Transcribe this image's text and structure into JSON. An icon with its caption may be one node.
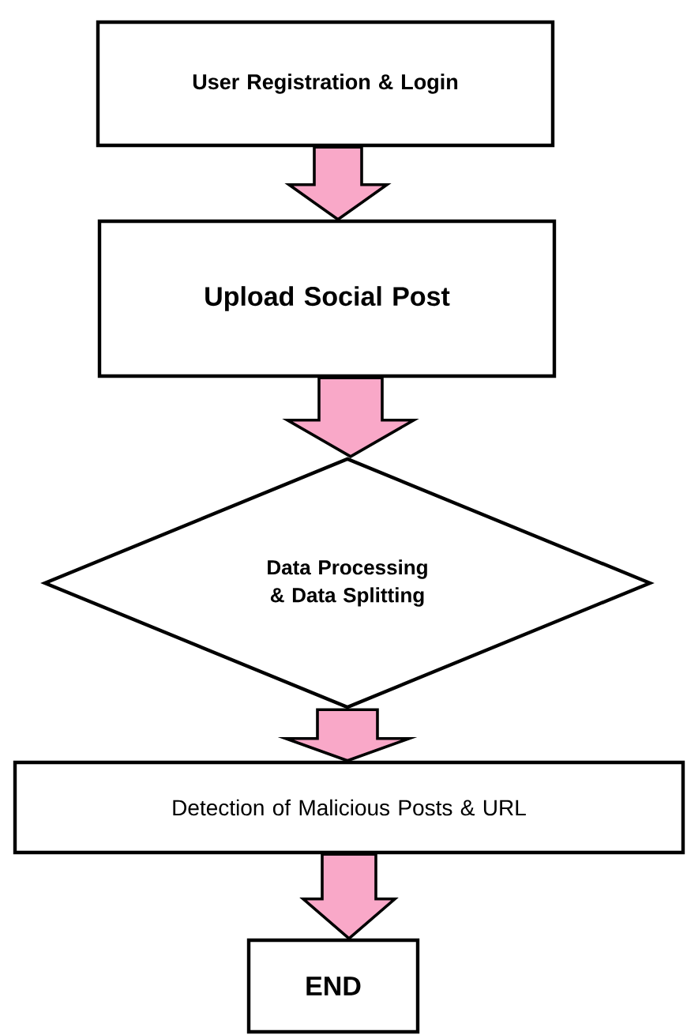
{
  "diagram": {
    "nodes": [
      {
        "text": [
          "User Registration & Login"
        ]
      },
      {
        "text": [
          "Upload Social Post"
        ]
      },
      {
        "text": [
          "Data Processing & Data Splitting"
        ]
      },
      {
        "text": [
          "Detection of Malicious Posts & URL"
        ]
      },
      {
        "text": [
          "END"
        ]
      }
    ],
    "edges": [
      {
        "from": 0,
        "to": 1,
        "arrow": "to"
      },
      {
        "from": 1,
        "to": 2,
        "arrow": "to"
      },
      {
        "from": 2,
        "to": 3,
        "arrow": "to"
      },
      {
        "from": 3,
        "to": 4,
        "arrow": "to"
      }
    ]
  }
}
